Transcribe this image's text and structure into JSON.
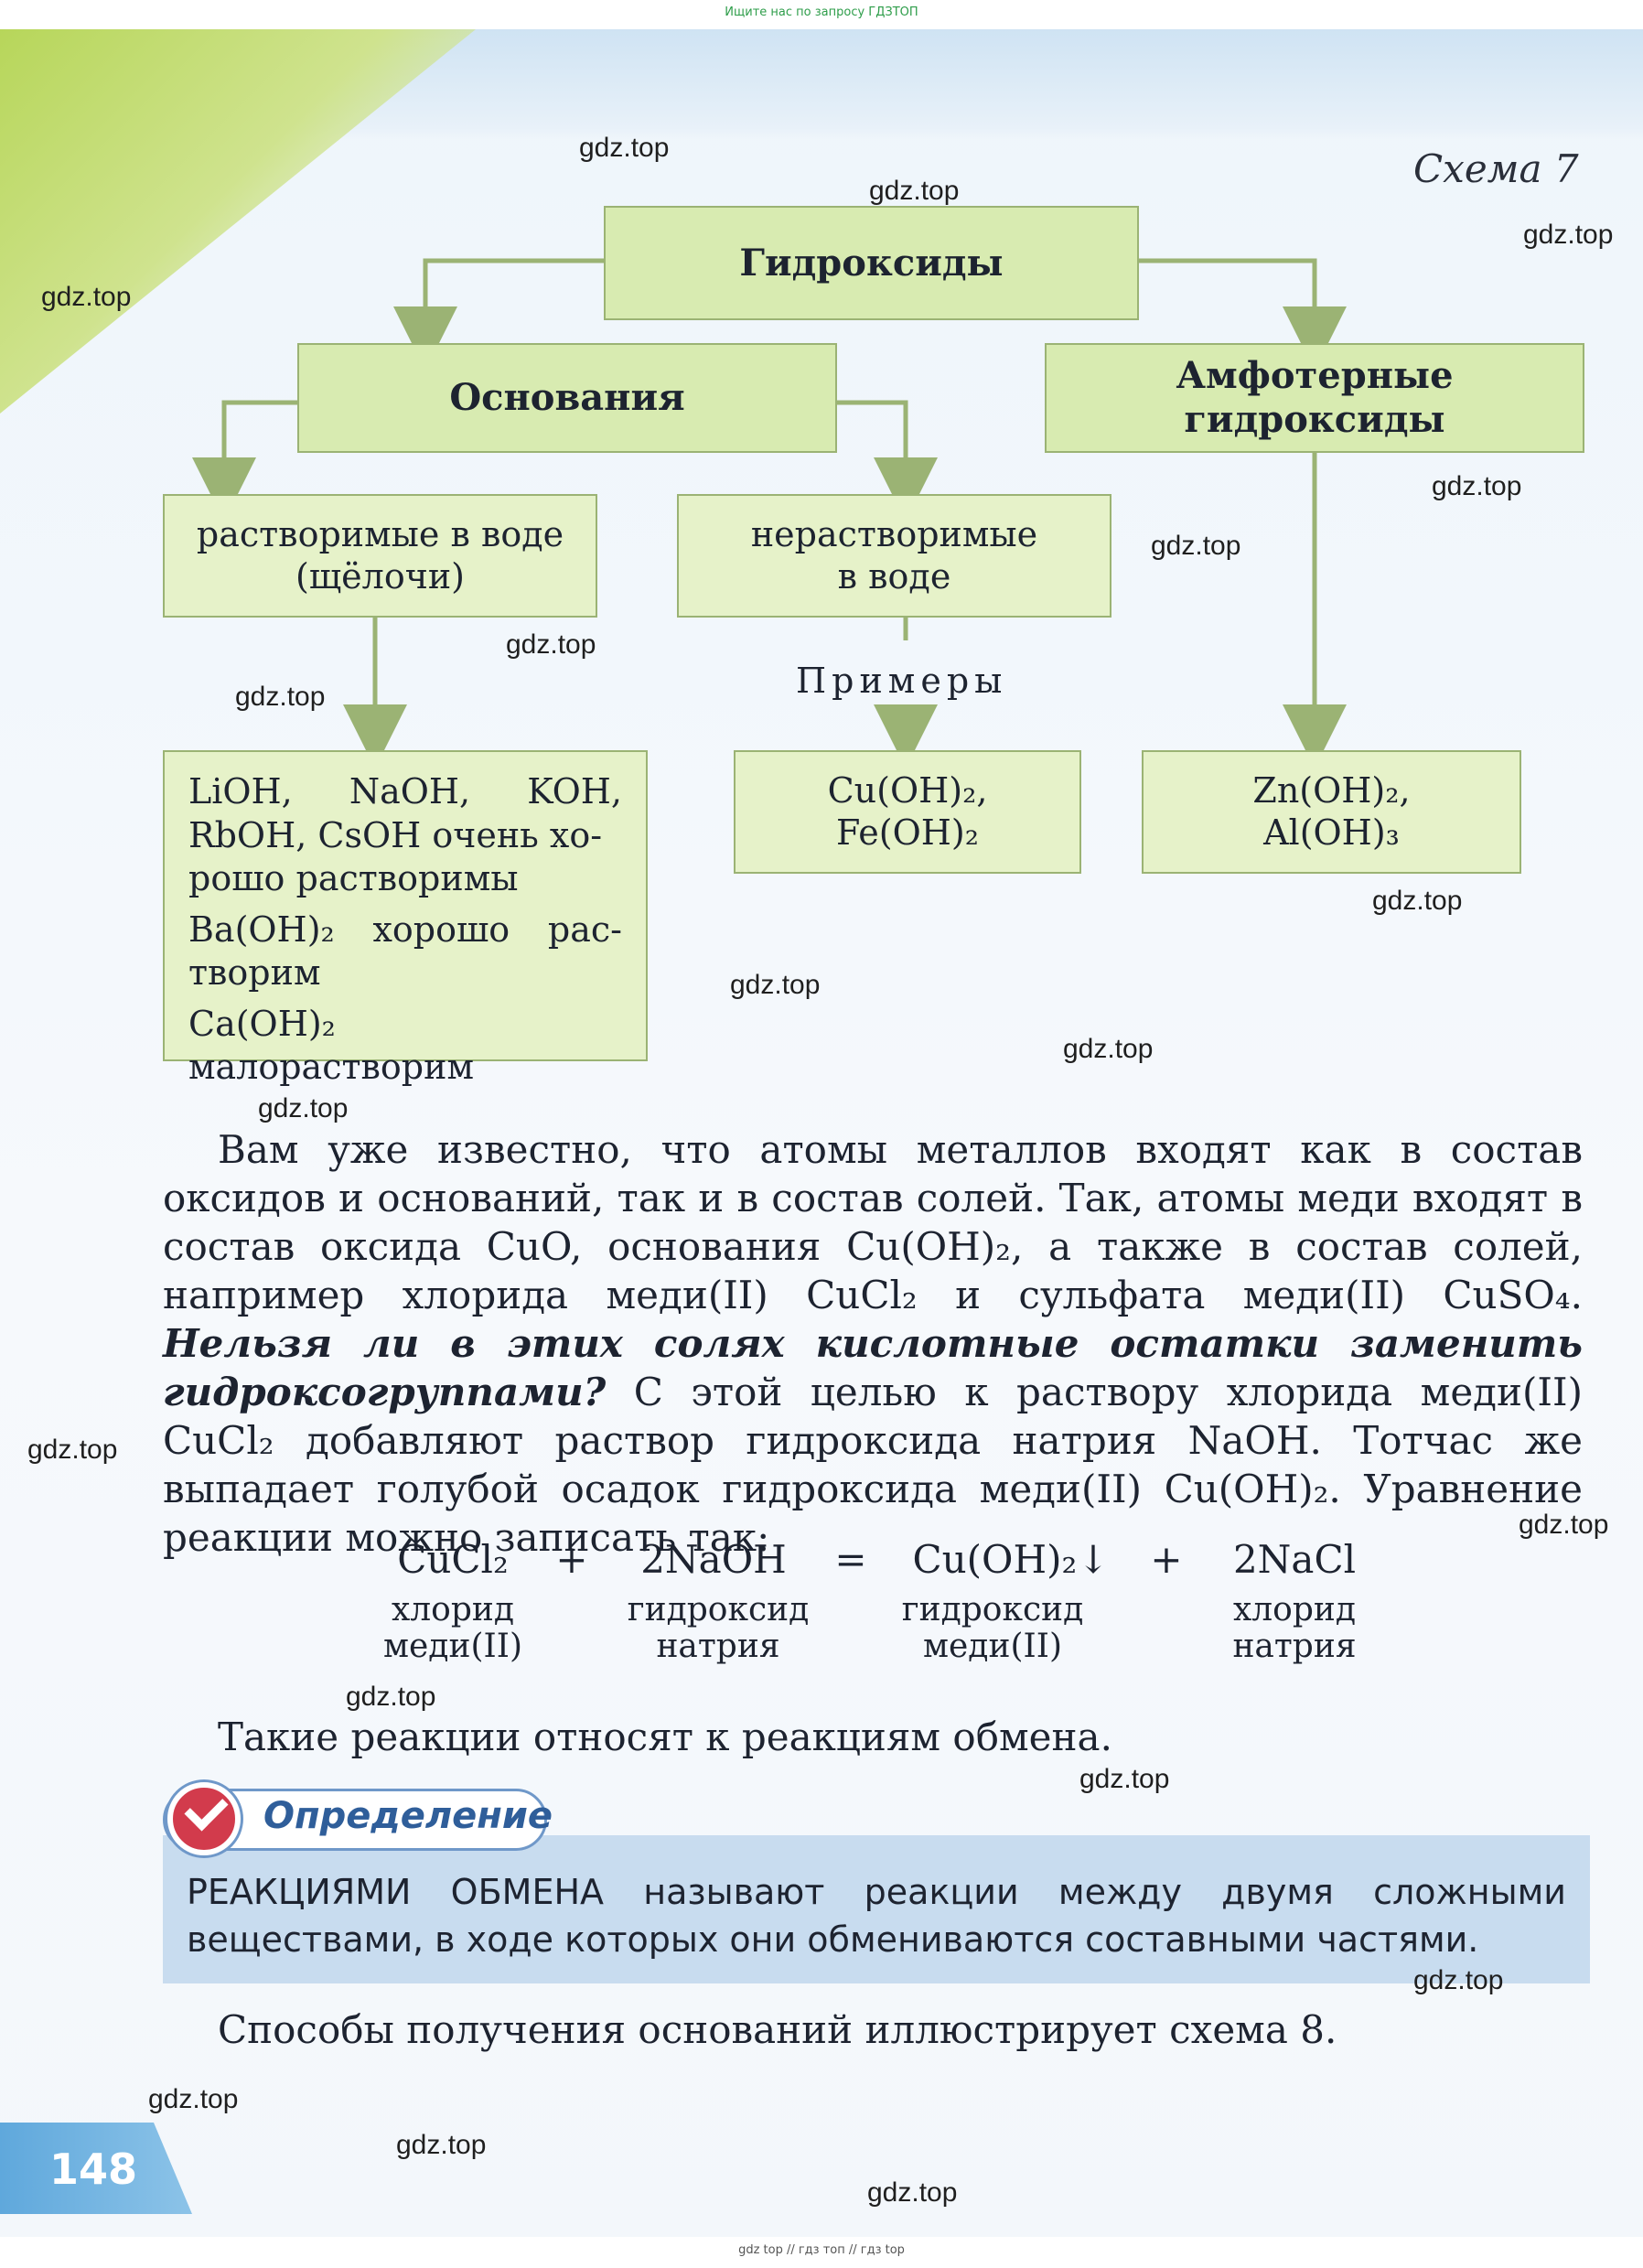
{
  "banner_top": "Ищите нас по запросу ГДЗТОП",
  "banner_bottom": "gdz top // гдз топ // гдз top",
  "schema_label": "Схема 7",
  "watermark": "gdz.top",
  "diagram": {
    "root": "Гидроксиды",
    "bases": "Основания",
    "amphoteric": "Амфотерные гидроксиды",
    "soluble_1": "растворимые в воде",
    "soluble_2": "(щёлочи)",
    "insoluble_1": "нерастворимые",
    "insoluble_2": "в воде",
    "examples": "Примеры",
    "list": {
      "l1a": "LiOH,",
      "l1b": "NaOH,",
      "l1c": "KOH,",
      "l2": "RbOH, CsOH очень хо-",
      "l3": "рошо растворимы",
      "l4a": "Ba(OH)₂",
      "l4b": "хорошо",
      "l4c": "рас-",
      "l5": "творим",
      "l6": "Ca(OH)₂ малорастворим"
    },
    "insoluble_examples_1": "Cu(OH)₂,",
    "insoluble_examples_2": "Fe(OH)₂",
    "amph_examples_1": "Zn(OH)₂,",
    "amph_examples_2": "Al(OH)₃"
  },
  "text": {
    "p1_a": "Вам уже известно, что атомы металлов входят как в состав оксидов и оснований, так и в состав солей. Так, атомы меди входят в состав оксида CuO, основания Cu(OH)₂, а также в состав солей, например хлорида меди(II) CuCl₂ и сульфата меди(II) CuSO₄. ",
    "p1_italic": "Нельзя ли в этих солях кислотные остатки заменить гидроксогруппами?",
    "p1_b": " С этой целью к раствору хлорида меди(II) CuCl₂ добавляют раствор гидроксида натрия NaOH. Тотчас же выпадает голубой осадок гидроксида меди(II) Cu(OH)₂. Уравнение реакции можно записать так:",
    "p2": "Такие реакции относят к реакциям обмена.",
    "p3": "Способы получения оснований иллюстрирует схема 8."
  },
  "equation": {
    "t1": "CuCl₂",
    "plus1": "+",
    "t2": "2NaOH",
    "eq": "=",
    "t3": "Cu(OH)₂↓",
    "plus2": "+",
    "t4": "2NaCl",
    "n1a": "хлорид",
    "n1b": "меди(II)",
    "n2a": "гидроксид",
    "n2b": "натрия",
    "n3a": "гидроксид",
    "n3b": "меди(II)",
    "n4a": "хлорид",
    "n4b": "натрия"
  },
  "definition": {
    "label": "Определение",
    "body": "РЕАКЦИЯМИ ОБМЕНА называют реакции между двумя сложными веществами, в ходе которых они обмениваются составными частями."
  },
  "page_number": "148",
  "colors": {
    "box_fill": "#e6f2c9",
    "box_border": "#9bb374",
    "arrow": "#9bb374",
    "definition_fill": "#c8dcef",
    "page_tab": "#5fa8dc"
  }
}
